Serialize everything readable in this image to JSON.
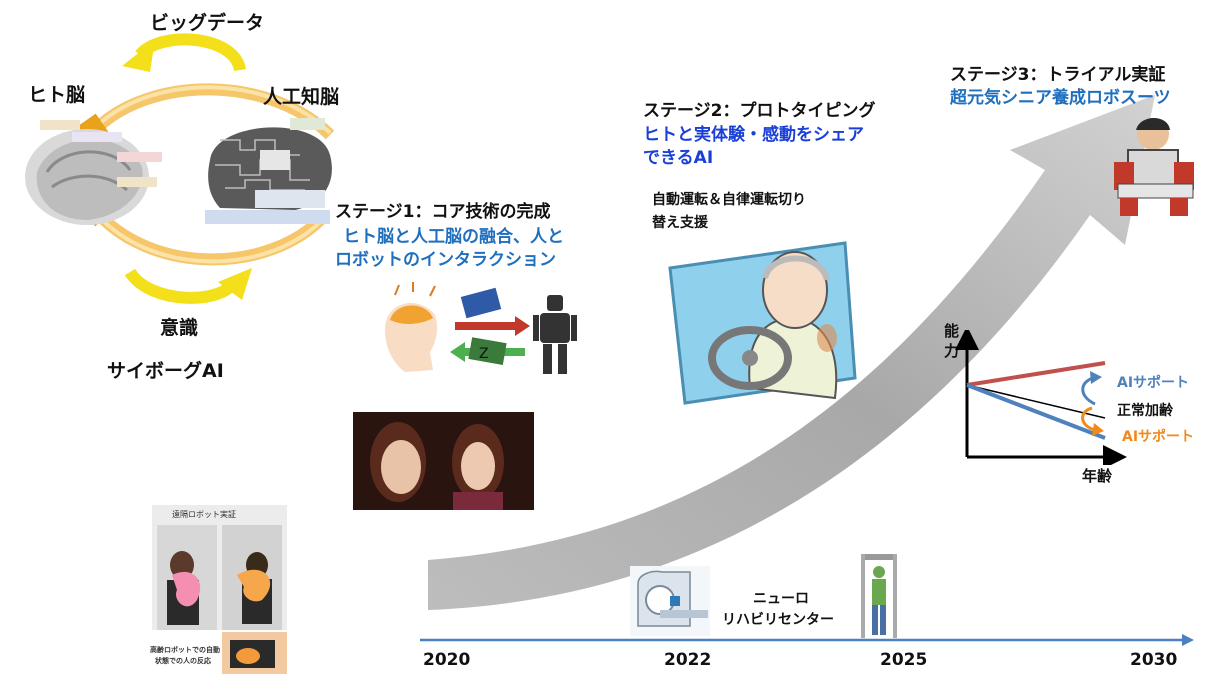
{
  "left_cycle": {
    "top_label": "ビッグデータ",
    "left_label": "ヒト脳",
    "right_label": "人工知脳",
    "bottom_label": "意識",
    "caption": "サイボーグAI"
  },
  "stage1": {
    "title": "ステージ1：コア技術の完成",
    "subtitle_line1": "ヒト脳と人工脳の融合、人と",
    "subtitle_line2": "ロボットのインタラクション"
  },
  "stage2": {
    "title": "ステージ2：プロトタイピング",
    "subtitle_line1": "ヒトと実体験・感動をシェア",
    "subtitle_line2": "できるAI",
    "note_line1": "自動運転＆自律運転切り",
    "note_line2": "替え支援"
  },
  "stage3": {
    "title": "ステージ3：トライアル実証",
    "subtitle": "超元気シニア養成ロボスーツ"
  },
  "ability_chart": {
    "ylabel_1": "能",
    "ylabel_2": "力",
    "xlabel": "年齢",
    "support_upper": "AIサポート",
    "normal_aging": "正常加齢",
    "support_lower": "AIサポート",
    "colors": {
      "upper": "#c0504d",
      "normal": "#000000",
      "lower": "#4f81bd",
      "arrow_up": "#4f81bd",
      "arrow_down": "#f08a1c"
    }
  },
  "neuro": {
    "line1": "ニューロ",
    "line2": "リハビリセンター"
  },
  "small_caption": {
    "line1": "高齢ロボットでの自動",
    "line2": "状態での人の反応"
  },
  "timeline": {
    "years": [
      "2020",
      "2022",
      "2025",
      "2030"
    ],
    "color": "#4a7fc1"
  },
  "icons": {
    "brain": "brain-photo-icon",
    "ai_brain": "ai-brain-icon",
    "robot": "robot-icon",
    "android": "android-photo-icon",
    "driver": "elderly-driver-icon",
    "robosuit": "robot-suit-icon",
    "mri": "mri-scanner-icon",
    "rehab": "rehab-walker-icon"
  }
}
